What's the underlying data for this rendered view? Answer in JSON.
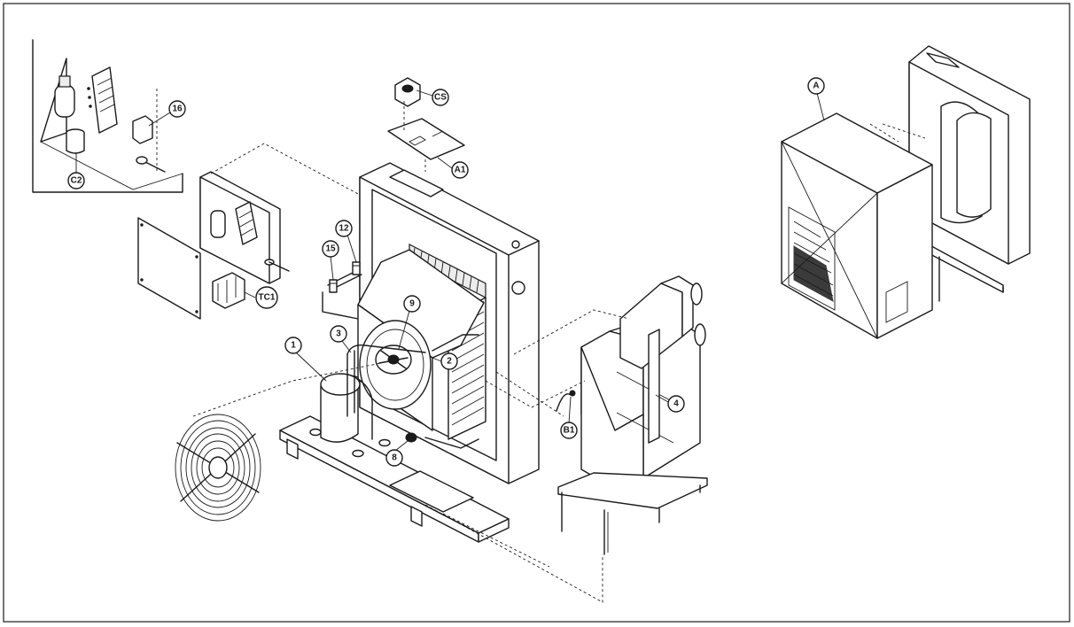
{
  "callouts": {
    "p1": "1",
    "p2": "2",
    "p3": "3",
    "p4": "4",
    "p8": "8",
    "p9": "9",
    "p12": "12",
    "p15": "15",
    "p16": "16",
    "a1": "A1",
    "b1": "B1",
    "c2": "C2",
    "cs": "CS",
    "tc1": "TC1",
    "a": "A"
  }
}
